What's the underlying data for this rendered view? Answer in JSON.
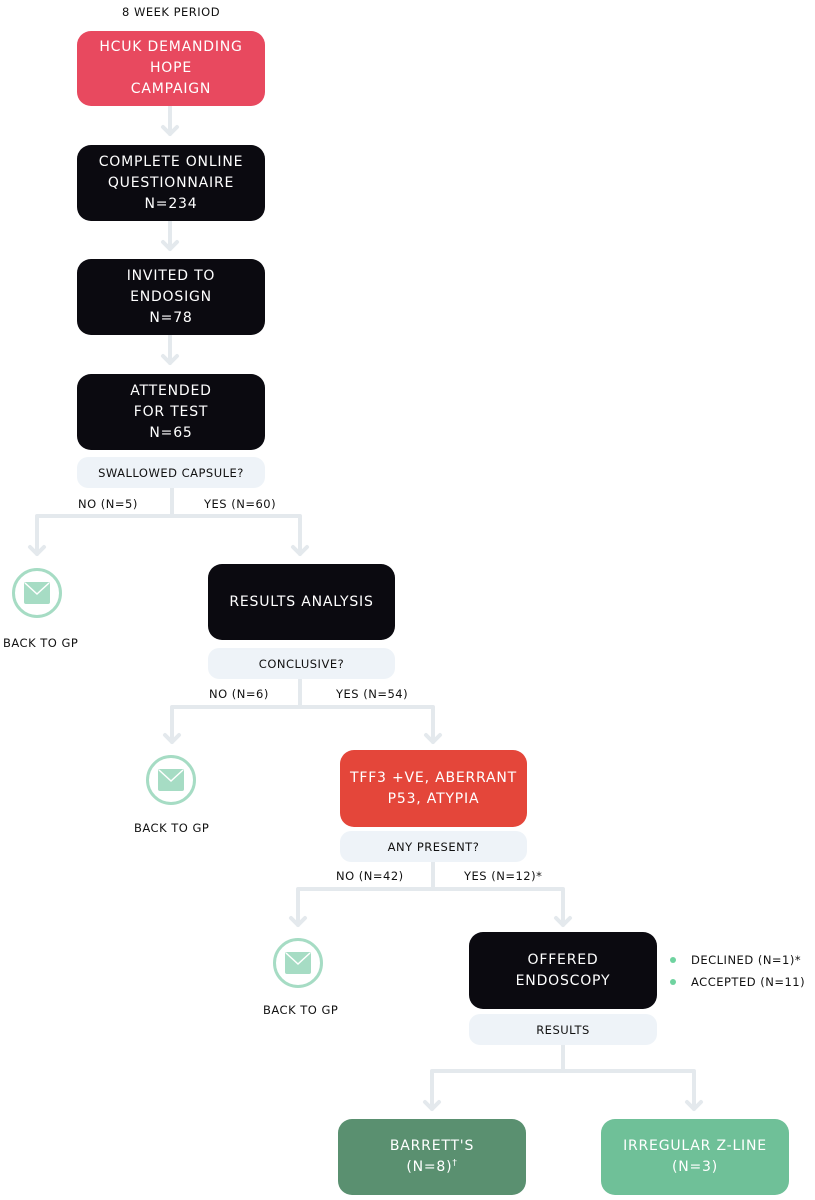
{
  "header": {
    "period": "8 WEEK PERIOD"
  },
  "nodes": {
    "campaign": [
      "HCUK DEMANDING HOPE",
      "CAMPAIGN"
    ],
    "questionnaire": [
      "COMPLETE ONLINE",
      "QUESTIONNAIRE",
      "N=234"
    ],
    "invited": [
      "INVITED TO",
      "ENDOSIGN",
      "N=78"
    ],
    "attended": [
      "ATTENDED",
      "FOR TEST",
      "N=65"
    ],
    "results_analysis": [
      "RESULTS ANALYSIS"
    ],
    "tff3": [
      "TFF3 +VE, ABERRANT",
      "P53, ATYPIA"
    ],
    "offered": [
      "OFFERED",
      "ENDOSCOPY"
    ],
    "barretts": [
      "BARRETT'S",
      "(N=8)"
    ],
    "barretts_mark": "†",
    "zline": [
      "IRREGULAR Z-LINE",
      "(N=3)"
    ]
  },
  "questions": {
    "swallowed": "SWALLOWED CAPSULE?",
    "conclusive": "CONCLUSIVE?",
    "any_present": "ANY PRESENT?",
    "results": "RESULTS"
  },
  "branches": {
    "swallow_no": "NO (N=5)",
    "swallow_yes": "YES (N=60)",
    "conclusive_no": "NO (N=6)",
    "conclusive_yes": "YES (N=54)",
    "present_no": "NO (N=42)",
    "present_yes": "YES (N=12)*"
  },
  "endpoints": {
    "gp1": "BACK TO GP",
    "gp2": "BACK TO GP",
    "gp3": "BACK TO GP"
  },
  "endoscopy_status": [
    "DECLINED (N=1)*",
    "ACCEPTED (N=11)"
  ],
  "icons": {
    "back_to_gp": "envelope-icon"
  },
  "colors": {
    "dark_box": "#0b0a10",
    "campaign": "#e8495f",
    "tff3": "#e4463a",
    "barretts": "#5a9070",
    "zline": "#6fc098",
    "connector": "#e4e9ed",
    "question_pill": "#eef3f8",
    "icon_ring": "#a6dcc4",
    "status_dot": "#6fd3a0"
  }
}
